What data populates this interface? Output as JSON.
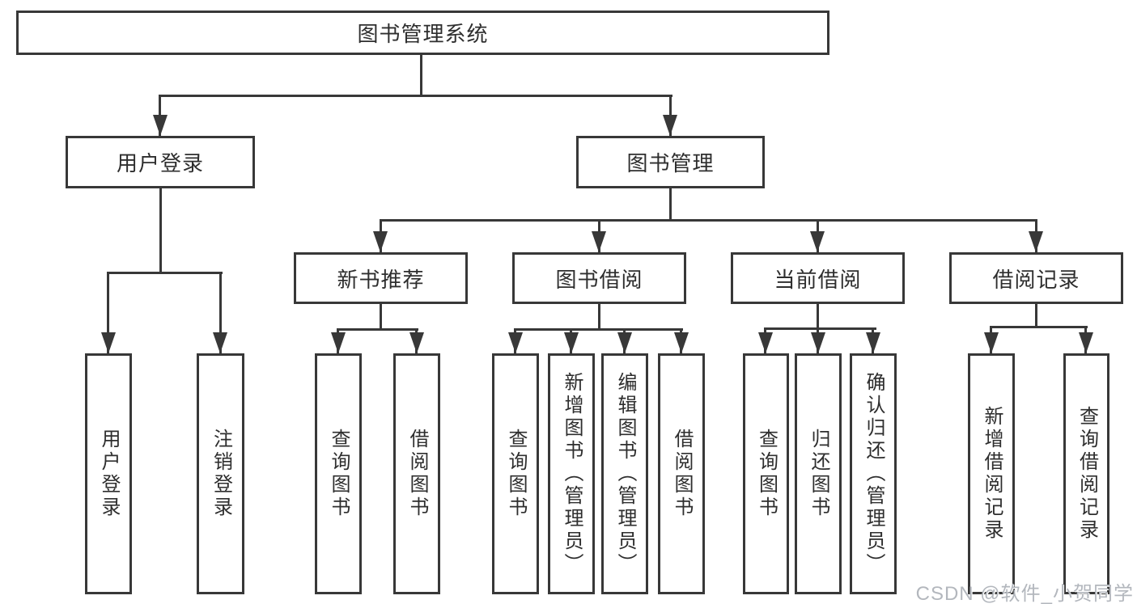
{
  "tree": {
    "root": {
      "label": "图书管理系统"
    },
    "branches": [
      {
        "label": "用户登录",
        "children": [
          {
            "label": "用户登录"
          },
          {
            "label": "注销登录"
          }
        ]
      },
      {
        "label": "图书管理",
        "children": [
          {
            "label": "新书推荐",
            "children": [
              {
                "label": "查询图书"
              },
              {
                "label": "借阅图书"
              }
            ]
          },
          {
            "label": "图书借阅",
            "children": [
              {
                "label": "查询图书"
              },
              {
                "label": "新增图书（管理员）"
              },
              {
                "label": "编辑图书（管理员）"
              },
              {
                "label": "借阅图书"
              }
            ]
          },
          {
            "label": "当前借阅",
            "children": [
              {
                "label": "查询图书"
              },
              {
                "label": "归还图书"
              },
              {
                "label": "确认归还（管理员）"
              }
            ]
          },
          {
            "label": "借阅记录",
            "children": [
              {
                "label": "新增借阅记录"
              },
              {
                "label": "查询借阅记录"
              }
            ]
          }
        ]
      }
    ]
  },
  "watermark": {
    "text": "CSDN @软件_小贺同学"
  },
  "colors": {
    "line": "#383838",
    "text": "#2e2e2e",
    "watermark": "#b3b7bd",
    "background": "#ffffff"
  }
}
